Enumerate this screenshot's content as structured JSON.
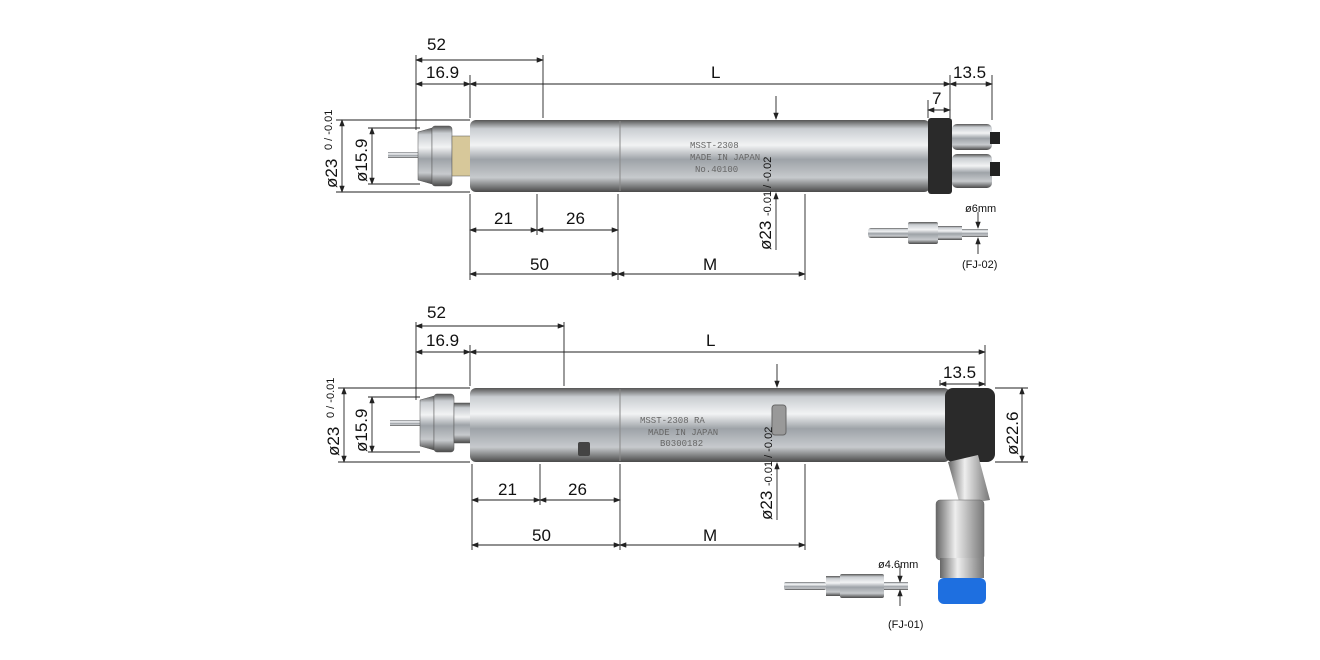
{
  "top": {
    "dims": {
      "d52": "52",
      "d169": "16.9",
      "L": "L",
      "d135": "13.5",
      "d7": "7",
      "d21": "21",
      "d26": "26",
      "d50": "50",
      "M": "M"
    },
    "dia_left": "ø23",
    "dia_left_tol": "0 / -0.01",
    "dia_collet": "ø15.9",
    "dia_body": "ø23",
    "dia_body_tol": "-0.01 / -0.02",
    "fitting_dia": "ø6mm",
    "fitting_label": "(FJ-02)",
    "engraving": [
      "MSST-2308",
      "MADE IN JAPAN",
      "No.40100"
    ]
  },
  "bottom": {
    "dims": {
      "d52": "52",
      "d169": "16.9",
      "L": "L",
      "d135": "13.5",
      "d21": "21",
      "d26": "26",
      "d50": "50",
      "M": "M"
    },
    "dia_left": "ø23",
    "dia_left_tol": "0 / -0.01",
    "dia_collet": "ø15.9",
    "dia_rear": "ø22.6",
    "dia_body": "ø23",
    "dia_body_tol": "-0.01 / -0.02",
    "fitting_dia": "ø4.6mm",
    "fitting_label": "(FJ-01)",
    "engraving": [
      "MSST-2308 RA",
      "MADE IN JAPAN",
      "B0300182"
    ]
  },
  "colors": {
    "metal": "#b8bcc0",
    "dark": "#2a2a2a",
    "blue": "#1e6fe0"
  }
}
